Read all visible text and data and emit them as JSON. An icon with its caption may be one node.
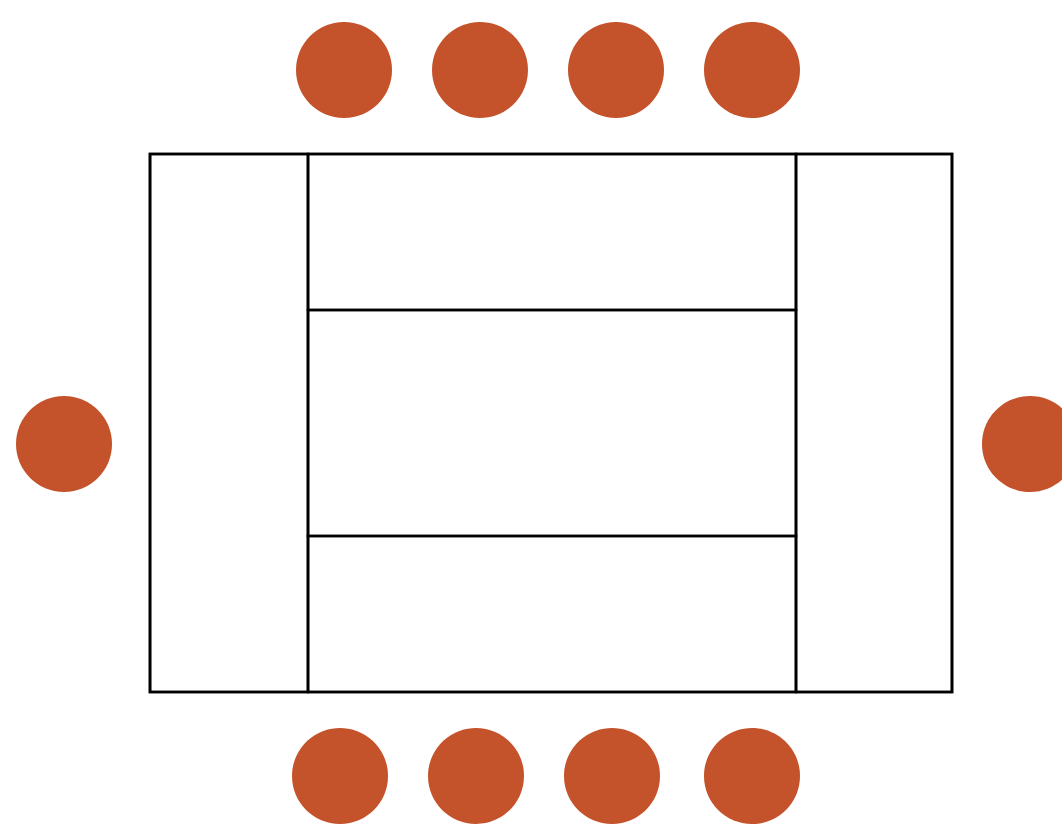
{
  "diagram": {
    "nodes": [
      {
        "text": [],
        "shape": "circle"
      },
      {
        "text": [],
        "shape": "circle"
      },
      {
        "text": [],
        "shape": "circle"
      },
      {
        "text": [],
        "shape": "circle"
      },
      {
        "text": [],
        "shape": "box"
      },
      {
        "text": [],
        "shape": "box",
        "in": 4
      },
      {
        "text": [],
        "shape": "box",
        "in": 4
      },
      {
        "text": [],
        "shape": "box",
        "in": 4
      },
      {
        "text": [],
        "shape": "box",
        "in": 4
      },
      {
        "text": [],
        "shape": "box",
        "in": 4
      },
      {
        "text": [],
        "shape": "circle"
      },
      {
        "text": [],
        "shape": "circle"
      },
      {
        "text": [],
        "shape": "circle"
      },
      {
        "text": [],
        "shape": "circle"
      },
      {
        "text": [],
        "shape": "circle"
      },
      {
        "text": [],
        "shape": "circle"
      }
    ]
  }
}
